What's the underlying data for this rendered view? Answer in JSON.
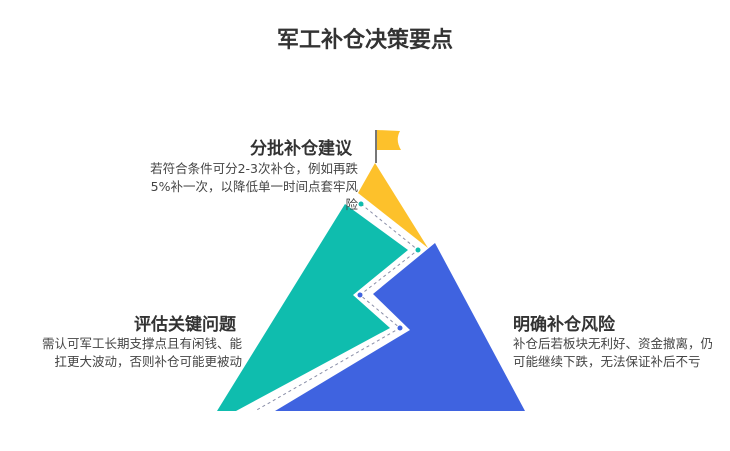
{
  "title": "军工补仓决策要点",
  "sections": [
    {
      "heading": "分批补仓建议",
      "text": "若符合条件可分2-3次补仓，例如再跌5%补一次，以降低单一时间点套牢风险",
      "color": "#FDC12B"
    },
    {
      "heading": "评估关键问题",
      "text": "需认可军工长期支撑点且有闲钱、能扛更大波动，否则补仓可能更被动",
      "color": "#0FBDAE"
    },
    {
      "heading": "明确补仓风险",
      "text": "补仓后若板块无利好、资金撤离，仍可能继续下跌，无法保证补后不亏",
      "color": "#3F63E0"
    }
  ]
}
